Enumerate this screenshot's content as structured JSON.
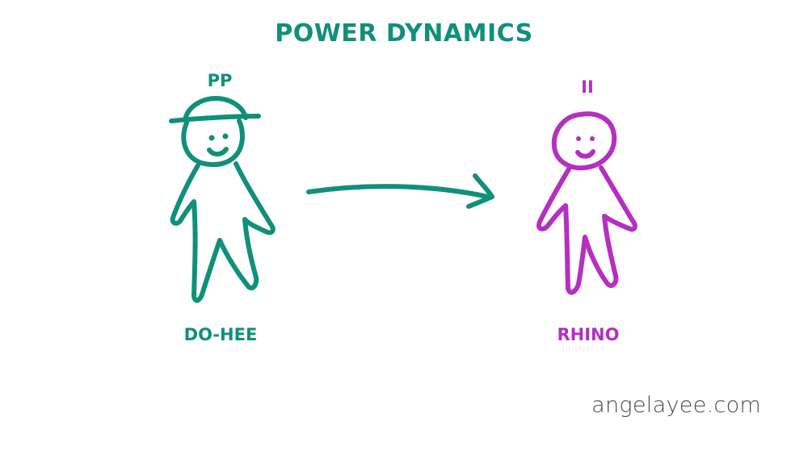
{
  "title": "POWER DYNAMICS",
  "left_figure": {
    "tag": "PP",
    "name": "DO-HEE"
  },
  "right_figure": {
    "tag": "II",
    "name": "RHINO"
  },
  "watermark": "angelayee.com",
  "colors": {
    "green": "#10907a",
    "purple": "#b42fc2",
    "text_gray": "#4a4a4a"
  }
}
